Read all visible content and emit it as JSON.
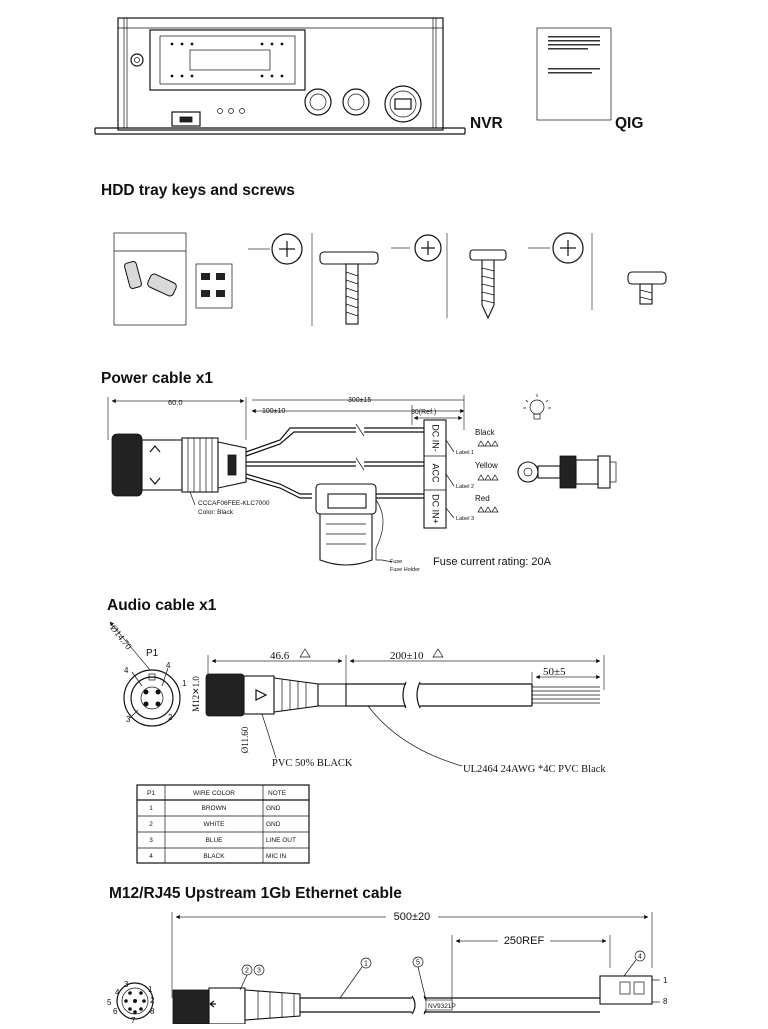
{
  "top": {
    "nvr_label": "NVR",
    "qig_label": "QIG"
  },
  "hdd": {
    "title": "HDD tray keys and screws"
  },
  "power": {
    "title": "Power cable x1",
    "dim_60": "60.0",
    "dim_100": "100±10",
    "dim_300": "300±15",
    "dim_30ref": "30(Ref.)",
    "dc_in_minus": "DC IN-",
    "acc": "ACC",
    "dc_in_plus": "DC IN+",
    "label1": "Label 1",
    "label2": "Label 2",
    "label3": "Label 3",
    "wire_black": "Black",
    "wire_yellow": "Yellow",
    "wire_red": "Red",
    "part_no": "CCCAF06FEE-KLC7000",
    "color": "Color: Black",
    "fuse": "Fuse",
    "fuse_holder": "Fuse Holder",
    "fuse_rating": "Fuse current rating: 20A"
  },
  "audio": {
    "title": "Audio cable x1",
    "p1": "P1",
    "dim_dia1470": "Ø14.70",
    "dim_466": "46.6",
    "dim_200": "200±10",
    "dim_50": "50±5",
    "dim_m12": "M12✕1.0",
    "dim_dia1160": "Ø11.60",
    "pin_1": "1",
    "pin_2": "2",
    "pin_3": "3",
    "pin_4a": "4",
    "pin_4b": "4",
    "note_pvc": "PVC 50% BLACK",
    "note_ul": "UL2464  24AWG *4C  PVC Black",
    "table": {
      "headers": [
        "P1",
        "WIRE COLOR",
        "NOTE"
      ],
      "rows": [
        [
          "1",
          "BROWN",
          "GND"
        ],
        [
          "2",
          "WHITE",
          "GND"
        ],
        [
          "3",
          "BLUE",
          "LINE OUT"
        ],
        [
          "4",
          "BLACK",
          "MIC IN"
        ]
      ]
    }
  },
  "ethernet": {
    "title": "M12/RJ45 Upstream 1Gb Ethernet cable",
    "dim_500": "500±20",
    "dim_250": "250REF",
    "nv_label": "NV9321P",
    "callout_1": "1",
    "callout_2": "2",
    "callout_3": "3",
    "callout_4": "4",
    "callout_5": "5",
    "pin_1": "1",
    "pin_8": "8",
    "m12_pins": [
      "1",
      "2",
      "3",
      "4",
      "5",
      "6",
      "7",
      "8"
    ]
  }
}
